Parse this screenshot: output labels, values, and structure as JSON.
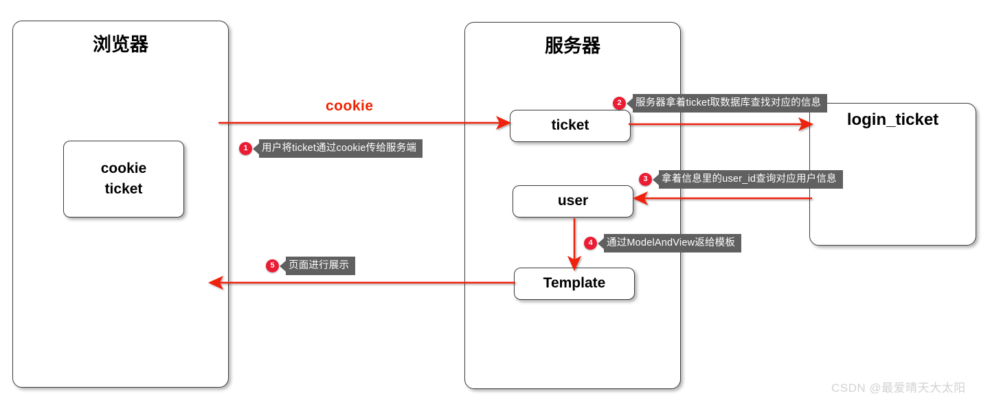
{
  "diagram": {
    "title_browser": "浏览器",
    "title_server": "服务器",
    "watermark": "CSDN @最爱晴天大太阳",
    "accent_red": "#ef2200",
    "badge_red": "#eb1b34",
    "callout_gray": "#606060",
    "border_gray": "#3c3c3c"
  },
  "containers": {
    "browser": {
      "label": "浏览器"
    },
    "server": {
      "label": "服务器"
    },
    "login_ticket": {
      "label": "login_ticket"
    }
  },
  "nodes": {
    "cookie_ticket": {
      "line1": "cookie",
      "line2": "ticket"
    },
    "ticket": {
      "label": "ticket"
    },
    "user": {
      "label": "user"
    },
    "template": {
      "label": "Template"
    }
  },
  "edge_labels": {
    "cookie": "cookie"
  },
  "steps": [
    {
      "num": "1",
      "text": "用户将ticket通过cookie传给服务端"
    },
    {
      "num": "2",
      "text": "服务器拿着ticket取数据库查找对应的信息"
    },
    {
      "num": "3",
      "text": "拿着信息里的user_id查询对应用户信息"
    },
    {
      "num": "4",
      "text": "通过ModelAndView返给模板"
    },
    {
      "num": "5",
      "text": "页面进行展示"
    }
  ]
}
